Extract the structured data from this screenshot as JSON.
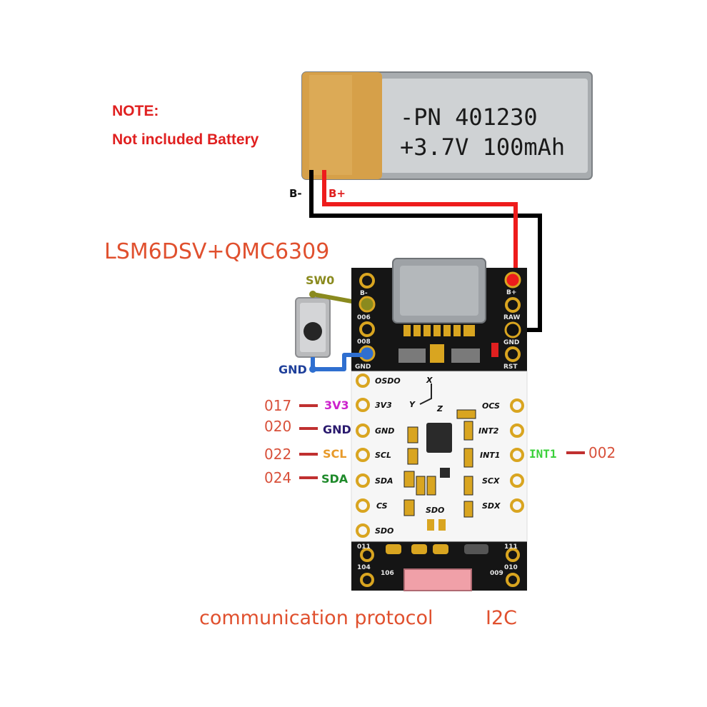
{
  "note": {
    "title": "NOTE:",
    "text": "Not included Battery"
  },
  "battery": {
    "line1": "-PN 401230",
    "line2": "+3.7V 100mAh"
  },
  "wires": {
    "neg": "B-",
    "pos": "B+"
  },
  "board_title": "LSM6DSV+QMC6309",
  "switch_label": "SW0",
  "gnd_label": "GND",
  "left_pins": [
    {
      "num": "017",
      "name": "3V3",
      "color": "#cc22cc"
    },
    {
      "num": "020",
      "name": "GND",
      "color": "#2a1a6e"
    },
    {
      "num": "022",
      "name": "SCL",
      "color": "#e89a2a"
    },
    {
      "num": "024",
      "name": "SDA",
      "color": "#1e8a2a"
    }
  ],
  "right_pin": {
    "name": "INT1",
    "num": "002",
    "color": "#3ad03a"
  },
  "bottom": {
    "label": "communication protocol",
    "protocol": "I2C"
  },
  "pcb_silk": {
    "top_left": [
      "B-",
      "006",
      "008",
      "GND"
    ],
    "top_right": [
      "B+",
      "RAW",
      "GND",
      "RST"
    ],
    "bottom_left": [
      "011",
      "104",
      "106"
    ],
    "bottom_right": [
      "111",
      "010",
      "009"
    ],
    "sensor_left": [
      "OSDO",
      "3V3",
      "GND",
      "SCL",
      "SDA",
      "CS",
      "SDO"
    ],
    "sensor_right": [
      "OCS",
      "INT2",
      "INT1",
      "SCX",
      "SDX"
    ],
    "sdo_pad": "SDO",
    "axes": [
      "X",
      "Y",
      "Z"
    ]
  },
  "colors": {
    "red_text": "#e02020",
    "accent_orange": "#e0502e",
    "wire_red": "#ee1c1c",
    "wire_black": "#000000",
    "olive": "#8a8a1e",
    "blue": "#2f6fd0",
    "pcb_black": "#151515",
    "gold": "#d9a520",
    "pink_block": "#f0a0a8"
  }
}
